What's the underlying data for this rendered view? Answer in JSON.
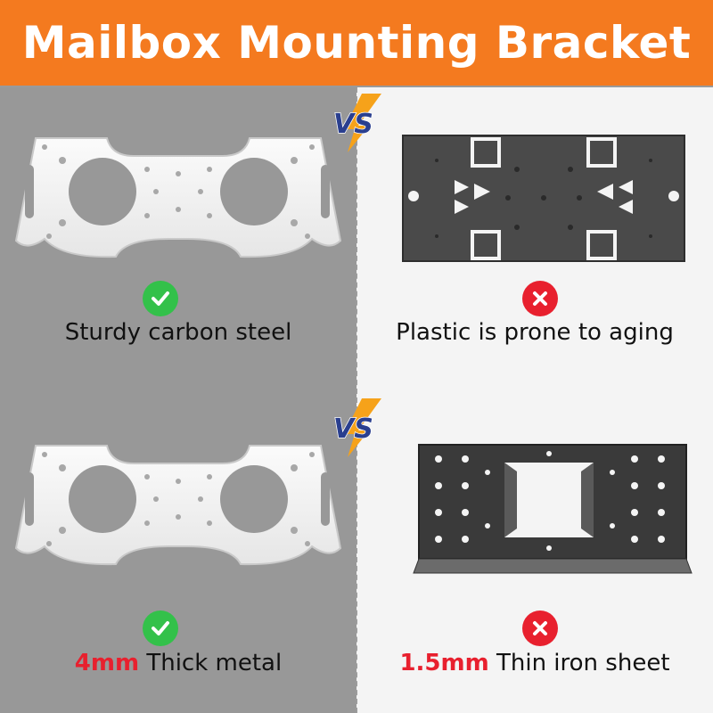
{
  "header": {
    "title": "Mailbox Mounting Bracket"
  },
  "colors": {
    "brand_orange": "#f47a1f",
    "check_green": "#33c14a",
    "cross_red": "#e8202e",
    "accent_red": "#e8202e"
  },
  "vs_badge": {
    "text": "VS"
  },
  "rows": [
    {
      "left": {
        "icon": "check-icon",
        "caption": "Sturdy carbon steel"
      },
      "right": {
        "icon": "cross-icon",
        "caption": "Plastic is prone to aging"
      }
    },
    {
      "left": {
        "icon": "check-icon",
        "accent": "4mm",
        "caption": " Thick metal"
      },
      "right": {
        "icon": "cross-icon",
        "accent": "1.5mm",
        "caption": " Thin iron sheet"
      }
    }
  ]
}
